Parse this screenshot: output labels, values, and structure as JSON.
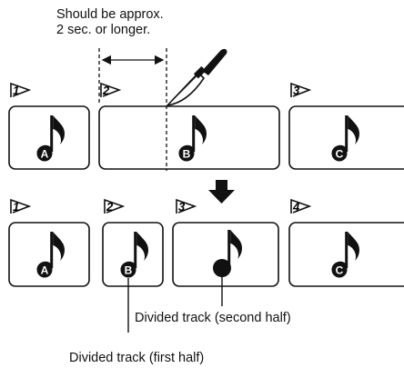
{
  "note": {
    "line1": "Should be approx.",
    "line2": "2 sec. or longer."
  },
  "top_row": [
    {
      "number": "1",
      "letter": "A"
    },
    {
      "number": "2",
      "letter": "B"
    },
    {
      "number": "3",
      "letter": "C"
    }
  ],
  "bottom_row": [
    {
      "number": "1",
      "letter": "A"
    },
    {
      "number": "2",
      "letter": "B"
    },
    {
      "number": "3",
      "letter": ""
    },
    {
      "number": "4",
      "letter": "C"
    }
  ],
  "labels": {
    "second_half": "Divided track (second half)",
    "first_half": "Divided track (first half)"
  },
  "icons": {
    "note": "music-note-icon",
    "knife": "knife-icon",
    "arrow": "down-arrow-icon"
  }
}
